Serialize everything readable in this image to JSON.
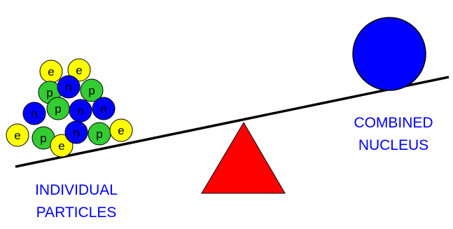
{
  "labels": {
    "individual": [
      "INDIVIDUAL",
      "PARTICLES"
    ],
    "combined": [
      "COMBINED",
      "NUCLEUS"
    ]
  },
  "particle_letters": {
    "electron": "e",
    "proton": "p",
    "neutron": "n"
  },
  "particle_pile": [
    "e",
    "e",
    "p",
    "n",
    "p",
    "n",
    "p",
    "n",
    "n",
    "e",
    "p",
    "e",
    "n",
    "p",
    "e"
  ],
  "colors": {
    "electron": "#ffff00",
    "proton": "#33cc33",
    "neutron": "#0000ff",
    "nucleus": "#0000ff",
    "fulcrum": "#ff0000",
    "beam": "#000000",
    "label": "#0000ff"
  }
}
